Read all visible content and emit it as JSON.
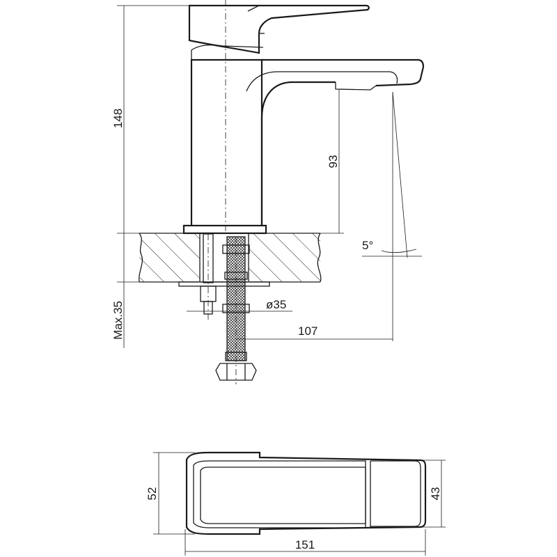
{
  "drawing": {
    "dimensions": {
      "total_height": "148",
      "spout_height": "93",
      "spout_angle": "5°",
      "hole_diameter": "ø35",
      "spout_reach": "107",
      "max_deck_thickness": "Max.35",
      "body_depth": "52",
      "handle_depth": "43",
      "total_length": "151"
    }
  }
}
